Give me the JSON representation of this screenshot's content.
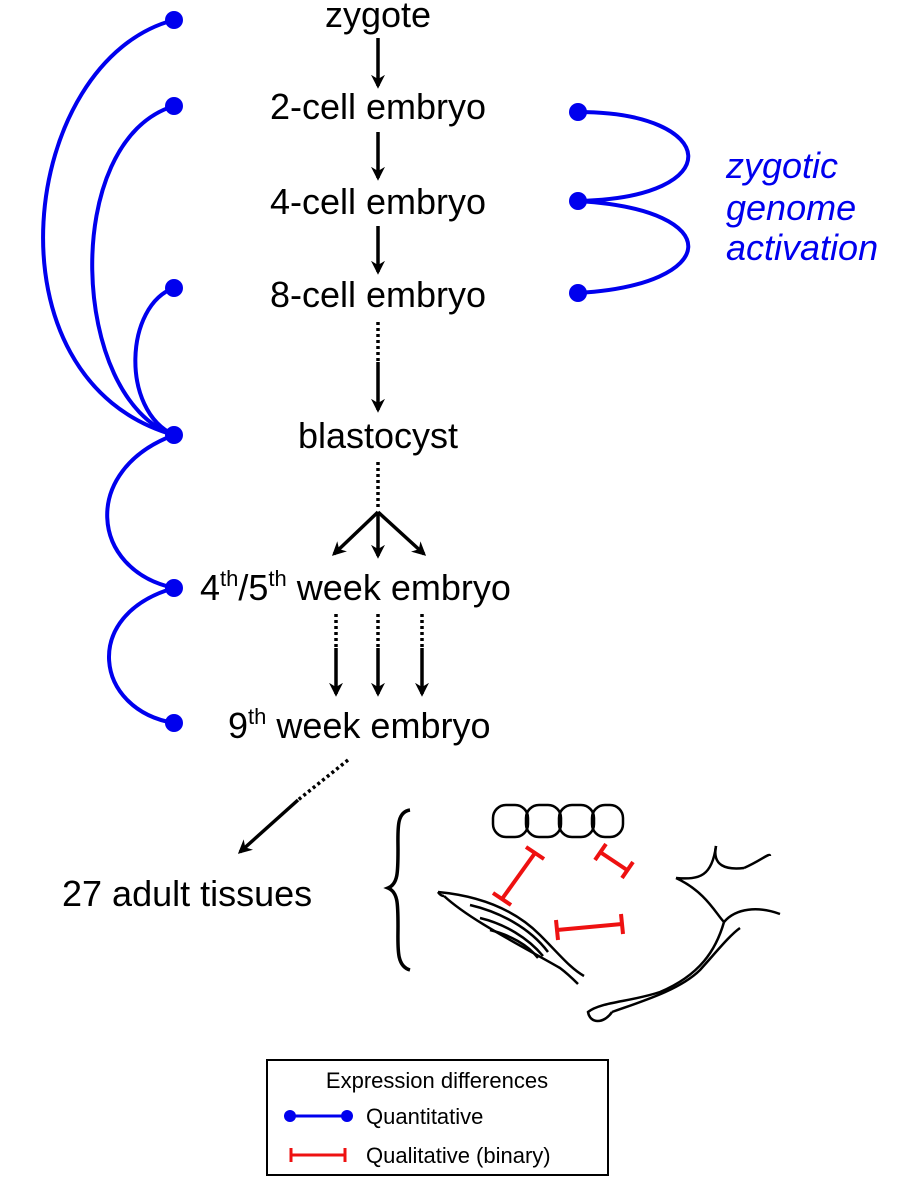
{
  "stages": {
    "zygote": "zygote",
    "cell2": "2-cell embryo",
    "cell4": "4-cell embryo",
    "cell8": "8-cell embryo",
    "blastocyst": "blastocyst",
    "week45_pre": "4",
    "week45_sup1": "th",
    "week45_mid": "/5",
    "week45_sup2": "th",
    "week45_post": " week embryo",
    "week9_pre": "9",
    "week9_sup": "th",
    "week9_post": " week embryo",
    "adult": "27 adult tissues"
  },
  "annotation": {
    "line1": "zygotic",
    "line2": "genome",
    "line3": "activation",
    "color": "#0000ee"
  },
  "legend": {
    "title": "Expression differences",
    "quantitative": "Quantitative",
    "qualitative": "Qualitative (binary)",
    "quantitative_color": "#0000ee",
    "qualitative_color": "#ee1111"
  },
  "icons": [
    "epithelial-cells-icon",
    "muscle-fiber-icon",
    "neuron-icon"
  ]
}
